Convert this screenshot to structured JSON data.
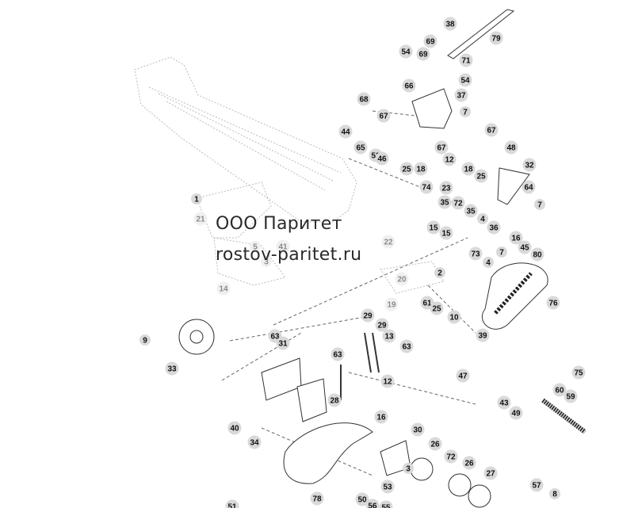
{
  "watermark": {
    "company": "ООО Паритет",
    "site": "rostov-paritet.ru"
  },
  "callouts": [
    {
      "label": "38",
      "state": "normal"
    },
    {
      "label": "79",
      "state": "normal"
    },
    {
      "label": "69",
      "state": "normal"
    },
    {
      "label": "54",
      "state": "normal"
    },
    {
      "label": "69",
      "state": "normal"
    },
    {
      "label": "71",
      "state": "normal"
    },
    {
      "label": "66",
      "state": "normal"
    },
    {
      "label": "54",
      "state": "normal"
    },
    {
      "label": "68",
      "state": "normal"
    },
    {
      "label": "37",
      "state": "normal"
    },
    {
      "label": "67",
      "state": "normal"
    },
    {
      "label": "7",
      "state": "normal"
    },
    {
      "label": "67",
      "state": "normal"
    },
    {
      "label": "44",
      "state": "normal"
    },
    {
      "label": "65",
      "state": "normal"
    },
    {
      "label": "52",
      "state": "normal"
    },
    {
      "label": "67",
      "state": "normal"
    },
    {
      "label": "48",
      "state": "normal"
    },
    {
      "label": "46",
      "state": "normal"
    },
    {
      "label": "12",
      "state": "normal"
    },
    {
      "label": "25",
      "state": "normal"
    },
    {
      "label": "18",
      "state": "normal"
    },
    {
      "label": "18",
      "state": "normal"
    },
    {
      "label": "25",
      "state": "normal"
    },
    {
      "label": "32",
      "state": "normal"
    },
    {
      "label": "74",
      "state": "normal"
    },
    {
      "label": "23",
      "state": "normal"
    },
    {
      "label": "64",
      "state": "normal"
    },
    {
      "label": "1",
      "state": "normal"
    },
    {
      "label": "35",
      "state": "normal"
    },
    {
      "label": "72",
      "state": "normal"
    },
    {
      "label": "35",
      "state": "normal"
    },
    {
      "label": "7",
      "state": "normal"
    },
    {
      "label": "21",
      "state": "faded"
    },
    {
      "label": "4",
      "state": "normal"
    },
    {
      "label": "15",
      "state": "normal"
    },
    {
      "label": "15",
      "state": "normal"
    },
    {
      "label": "36",
      "state": "normal"
    },
    {
      "label": "16",
      "state": "normal"
    },
    {
      "label": "22",
      "state": "faded"
    },
    {
      "label": "45",
      "state": "normal"
    },
    {
      "label": "7",
      "state": "normal"
    },
    {
      "label": "5",
      "state": "faded"
    },
    {
      "label": "41",
      "state": "faded"
    },
    {
      "label": "73",
      "state": "normal"
    },
    {
      "label": "80",
      "state": "normal"
    },
    {
      "label": "3",
      "state": "faded"
    },
    {
      "label": "4",
      "state": "normal"
    },
    {
      "label": "20",
      "state": "faded"
    },
    {
      "label": "2",
      "state": "normal"
    },
    {
      "label": "14",
      "state": "faded"
    },
    {
      "label": "19",
      "state": "faded"
    },
    {
      "label": "61",
      "state": "normal"
    },
    {
      "label": "25",
      "state": "normal"
    },
    {
      "label": "76",
      "state": "normal"
    },
    {
      "label": "10",
      "state": "normal"
    },
    {
      "label": "39",
      "state": "normal"
    },
    {
      "label": "9",
      "state": "normal"
    },
    {
      "label": "63",
      "state": "normal"
    },
    {
      "label": "29",
      "state": "normal"
    },
    {
      "label": "29",
      "state": "normal"
    },
    {
      "label": "31",
      "state": "normal"
    },
    {
      "label": "63",
      "state": "normal"
    },
    {
      "label": "13",
      "state": "normal"
    },
    {
      "label": "63",
      "state": "normal"
    },
    {
      "label": "33",
      "state": "normal"
    },
    {
      "label": "47",
      "state": "normal"
    },
    {
      "label": "75",
      "state": "normal"
    },
    {
      "label": "12",
      "state": "normal"
    },
    {
      "label": "60",
      "state": "normal"
    },
    {
      "label": "43",
      "state": "normal"
    },
    {
      "label": "49",
      "state": "normal"
    },
    {
      "label": "28",
      "state": "normal"
    },
    {
      "label": "59",
      "state": "normal"
    },
    {
      "label": "40",
      "state": "normal"
    },
    {
      "label": "16",
      "state": "normal"
    },
    {
      "label": "34",
      "state": "normal"
    },
    {
      "label": "30",
      "state": "normal"
    },
    {
      "label": "26",
      "state": "normal"
    },
    {
      "label": "72",
      "state": "normal"
    },
    {
      "label": "26",
      "state": "normal"
    },
    {
      "label": "3",
      "state": "normal"
    },
    {
      "label": "27",
      "state": "normal"
    },
    {
      "label": "78",
      "state": "normal"
    },
    {
      "label": "57",
      "state": "normal"
    },
    {
      "label": "53",
      "state": "normal"
    },
    {
      "label": "8",
      "state": "normal"
    },
    {
      "label": "50",
      "state": "normal"
    },
    {
      "label": "51",
      "state": "normal"
    },
    {
      "label": "56",
      "state": "normal"
    },
    {
      "label": "55",
      "state": "normal"
    }
  ]
}
